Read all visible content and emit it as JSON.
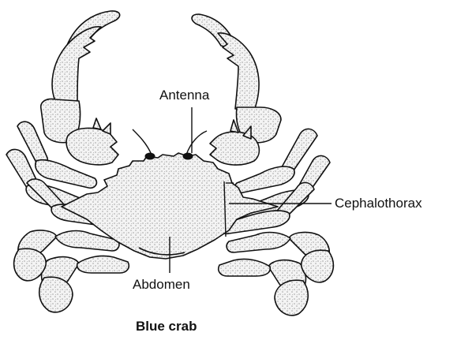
{
  "diagram": {
    "caption": "Blue crab",
    "labels": {
      "antenna": "Antenna",
      "cephalothorax": "Cephalothorax",
      "abdomen": "Abdomen"
    },
    "colors": {
      "ink": "#111111",
      "shell": "#f4f4f4",
      "stipple": "#3a3a3a"
    }
  }
}
